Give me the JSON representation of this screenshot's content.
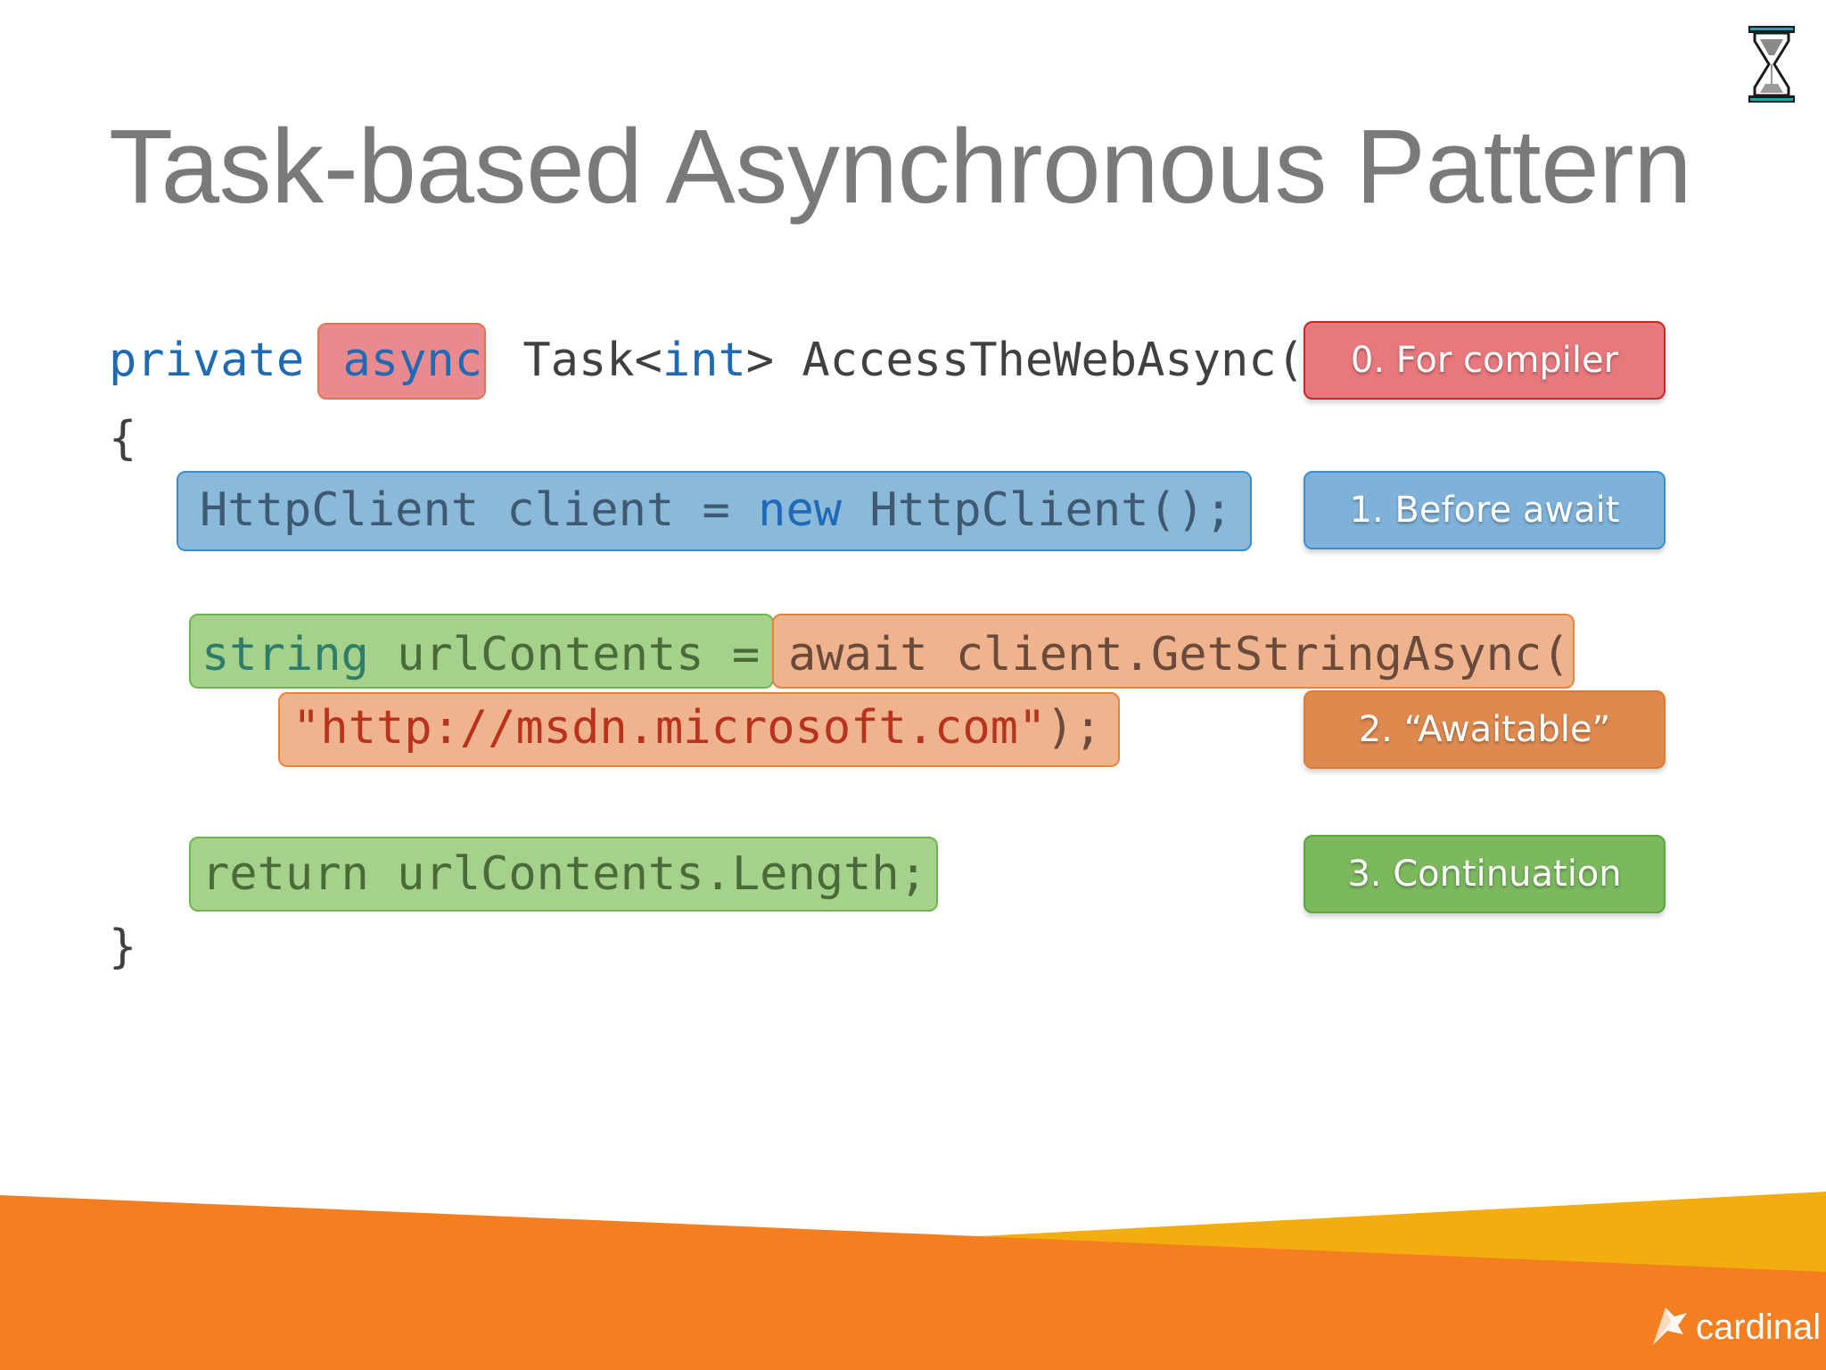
{
  "slide": {
    "title": "Task-based Asynchronous Pattern"
  },
  "code": {
    "line1_private": "private",
    "line1_async": "async",
    "line1_task": "Task<",
    "line1_int": "int",
    "line1_rest": "> AccessTheWebAsync()",
    "brace_open": "{",
    "line2_part1": "HttpClient client = ",
    "line2_new": "new",
    "line2_part2": " HttpClient();",
    "line3_string": "string",
    "line3_rest": " urlContents =",
    "line3_await": "await client.GetStringAsync(",
    "line4_url": "\"http://msdn.microsoft.com\"",
    "line4_end": ");",
    "line5": "return urlContents.Length;",
    "brace_close": "}"
  },
  "labels": {
    "compiler": "0. For compiler",
    "before_await": "1. Before await",
    "awaitable": "2. “Awaitable”",
    "continuation": "3. Continuation"
  },
  "branding": {
    "logo_text": "cardinal"
  },
  "colors": {
    "footer_orange": "#f47f20",
    "footer_yellow": "#f2ad0f"
  }
}
